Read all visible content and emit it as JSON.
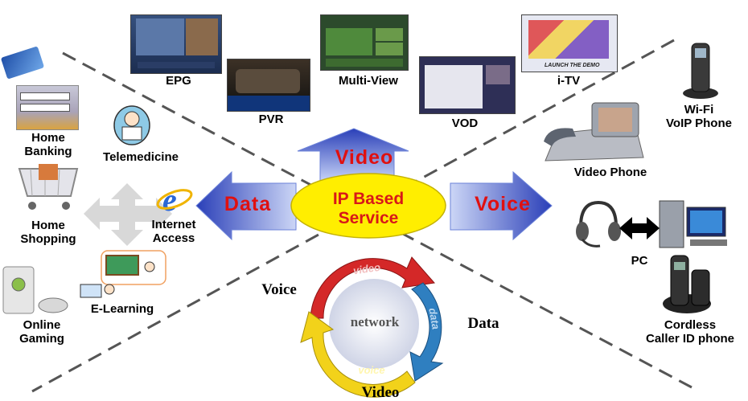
{
  "center": {
    "line1": "IP Based",
    "line2": "Service"
  },
  "arrows": {
    "video": "Video",
    "data": "Data",
    "voice": "Voice"
  },
  "video_items": {
    "epg": "EPG",
    "pvr": "PVR",
    "multiview": "Multi-View",
    "vod": "VOD",
    "itv": "i-TV",
    "itv_demo": "LAUNCH THE DEMO"
  },
  "data_items": {
    "home_banking": [
      "Home",
      "Banking"
    ],
    "telemedicine": "Telemedicine",
    "home_shopping": [
      "Home",
      "Shopping"
    ],
    "internet_access": [
      "Internet",
      "Access"
    ],
    "e_learning": "E-Learning",
    "online_gaming": [
      "Online",
      "Gaming"
    ]
  },
  "voice_items": {
    "wifi_phone": [
      "Wi-Fi",
      "VoIP Phone"
    ],
    "video_phone": "Video Phone",
    "pc": "PC",
    "cordless": [
      "Cordless",
      "Caller ID phone"
    ]
  },
  "cycle": {
    "voice": "Voice",
    "data": "Data",
    "video": "Video",
    "ring_video": "video",
    "ring_data": "data",
    "ring_voice": "voice",
    "ring_center": "network"
  },
  "colors": {
    "arrow_blue": "#3c5ad8",
    "arrow_text_red": "#e01010",
    "ellipse_yellow": "#ffee00",
    "ring_red": "#d42828",
    "ring_blue": "#2f7fc0",
    "ring_yellow": "#f2d21a"
  }
}
